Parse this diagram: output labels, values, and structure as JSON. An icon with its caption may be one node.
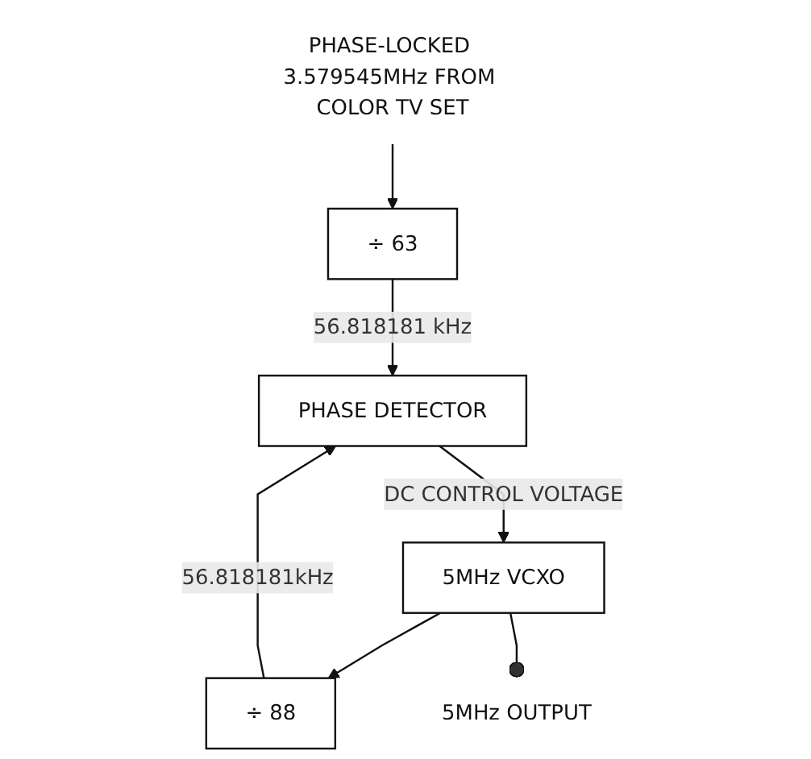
{
  "diagram": {
    "nodes": [
      {
        "text": [
          "PHASE-LOCKED 3.579545MHz FROM COLOR TV SET"
        ]
      },
      {
        "text": [
          "÷ 63"
        ]
      },
      {
        "text": [
          "PHASE DETECTOR"
        ]
      },
      {
        "text": [
          "5MHz VCXO"
        ]
      },
      {
        "text": [
          "÷ 88"
        ]
      },
      {
        "text": [
          "5MHz OUTPUT"
        ]
      }
    ],
    "edges": [
      {
        "from": 0,
        "to": 1,
        "arrow": "to"
      },
      {
        "from": 1,
        "to": 2,
        "arrow": "to",
        "label": "56.818181 kHz"
      },
      {
        "from": 2,
        "to": 3,
        "arrow": "to",
        "label": "DC CONTROL VOLTAGE"
      },
      {
        "from": 3,
        "to": 4,
        "arrow": "to"
      },
      {
        "from": 4,
        "to": 2,
        "arrow": "to",
        "label": "56.818181kHz"
      },
      {
        "from": 3,
        "to": 5,
        "arrow": "other"
      }
    ]
  }
}
